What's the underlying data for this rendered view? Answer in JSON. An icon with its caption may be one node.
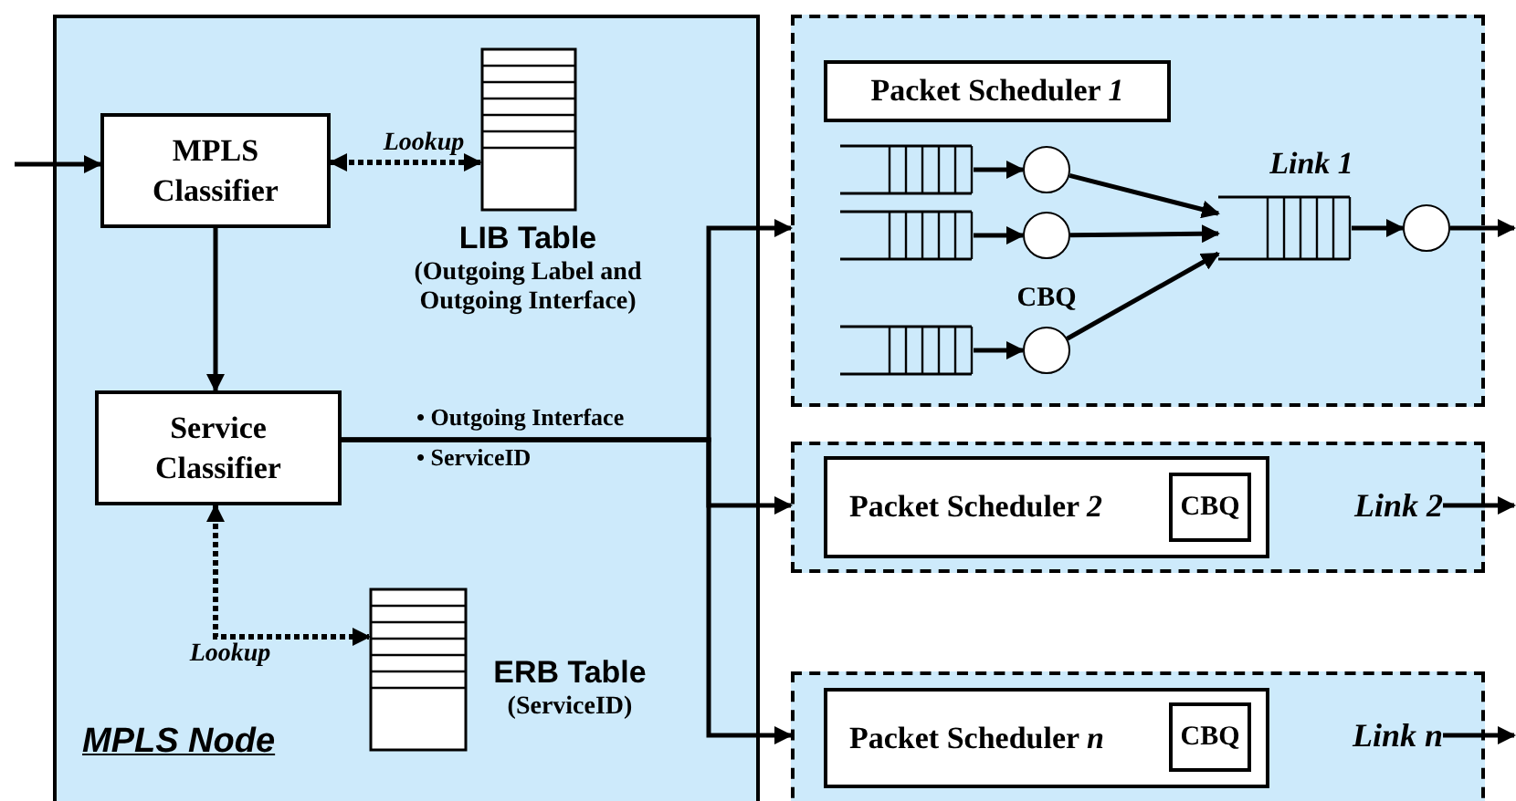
{
  "diagram": {
    "nodes": [
      {
        "text": [
          "MPLS Node"
        ]
      },
      {
        "text": [
          "MPLS Classifier"
        ],
        "in": 0
      },
      {
        "text": [
          "LIB Table",
          "(Outgoing Label and Outgoing Interface)"
        ],
        "in": 0
      },
      {
        "text": [
          "Service Classifier"
        ],
        "in": 0
      },
      {
        "text": [
          "ERB Table",
          "(ServiceID)"
        ],
        "in": 0
      },
      {
        "text": [],
        "shape": "box"
      },
      {
        "text": [
          "Packet Scheduler *1*"
        ],
        "in": 5
      },
      {
        "text": [],
        "shape": "queue",
        "in": 5
      },
      {
        "text": [],
        "shape": "queue",
        "in": 5
      },
      {
        "text": [],
        "shape": "queue",
        "in": 5
      },
      {
        "text": [],
        "shape": "circle",
        "in": 5
      },
      {
        "text": [],
        "shape": "circle",
        "in": 5
      },
      {
        "text": [],
        "shape": "circle",
        "in": 5
      },
      {
        "text": [],
        "shape": "queue",
        "in": 5
      },
      {
        "text": [],
        "shape": "circle",
        "in": 5
      },
      {
        "text": [],
        "shape": "box"
      },
      {
        "text": [
          "Packet Scheduler *2*"
        ],
        "in": 15
      },
      {
        "text": [
          "CBQ"
        ],
        "in": 16
      },
      {
        "text": [
          "Link 2"
        ],
        "in": 15
      },
      {
        "text": [],
        "shape": "box"
      },
      {
        "text": [
          "Packet Scheduler *n*"
        ],
        "in": 19
      },
      {
        "text": [
          "CBQ"
        ],
        "in": 20
      },
      {
        "text": [
          "Link n"
        ],
        "in": 19
      }
    ],
    "edges": [
      {
        "from": null,
        "to": 1,
        "arrow": "to"
      },
      {
        "from": 1,
        "to": 2,
        "arrow": "both",
        "label": "Lookup",
        "style": "dashed"
      },
      {
        "from": 1,
        "to": 3,
        "arrow": "to"
      },
      {
        "from": 3,
        "to": 4,
        "arrow": "both",
        "label": "Lookup",
        "style": "dashed"
      },
      {
        "from": 3,
        "to": 5,
        "arrow": "to",
        "label": "• Outgoing Interface • ServiceID"
      },
      {
        "from": 3,
        "to": 15,
        "arrow": "to"
      },
      {
        "from": 3,
        "to": 19,
        "arrow": "to"
      },
      {
        "from": 7,
        "to": 10,
        "arrow": "to"
      },
      {
        "from": 8,
        "to": 11,
        "arrow": "to"
      },
      {
        "from": 9,
        "to": 12,
        "arrow": "to"
      },
      {
        "from": 10,
        "to": 13,
        "arrow": "to"
      },
      {
        "from": 11,
        "to": 13,
        "arrow": "to"
      },
      {
        "from": 12,
        "to": 13,
        "arrow": "to"
      },
      {
        "from": 13,
        "to": 14,
        "arrow": "to"
      },
      {
        "from": 14,
        "to": null,
        "arrow": "to"
      },
      {
        "from": 18,
        "to": null,
        "arrow": "to"
      },
      {
        "from": 22,
        "to": null,
        "arrow": "to"
      }
    ],
    "labels": [
      "CBQ",
      "Link 1"
    ]
  }
}
